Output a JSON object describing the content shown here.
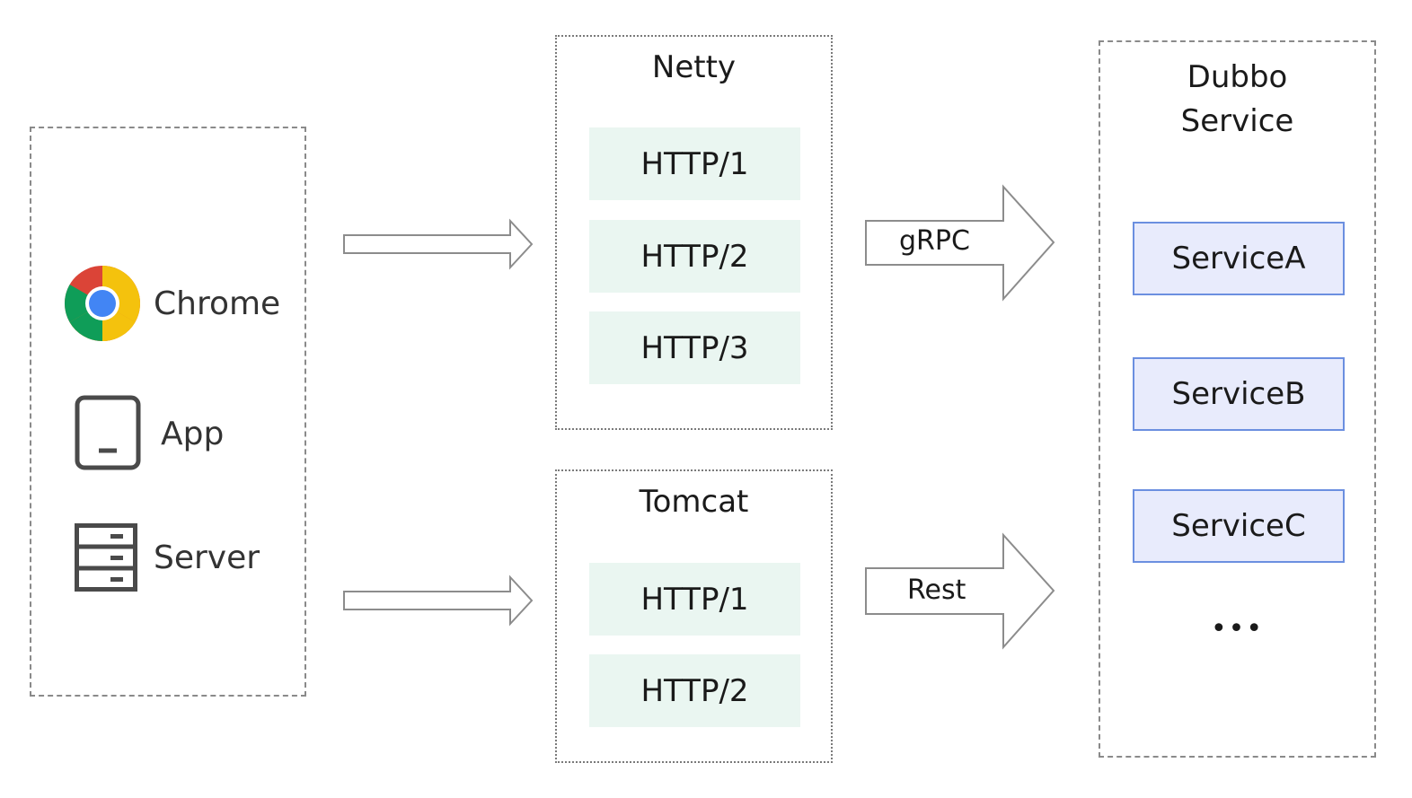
{
  "clients": {
    "items": [
      {
        "label": "Chrome",
        "icon": "chrome-icon"
      },
      {
        "label": "App",
        "icon": "tablet-icon"
      },
      {
        "label": "Server",
        "icon": "server-icon"
      }
    ]
  },
  "netty": {
    "title": "Netty",
    "protocols": [
      "HTTP/1",
      "HTTP/2",
      "HTTP/3"
    ]
  },
  "tomcat": {
    "title": "Tomcat",
    "protocols": [
      "HTTP/1",
      "HTTP/2"
    ]
  },
  "connections": {
    "grpc": "gRPC",
    "rest": "Rest"
  },
  "dubbo": {
    "title_line1": "Dubbo",
    "title_line2": "Service",
    "services": [
      "ServiceA",
      "ServiceB",
      "ServiceC"
    ],
    "more": "•••"
  },
  "colors": {
    "protocol_bg": "#eaf6f1",
    "service_bg": "#e8ebfc",
    "service_border": "#6b8fe0",
    "icon_gray": "#4a4a4a"
  }
}
